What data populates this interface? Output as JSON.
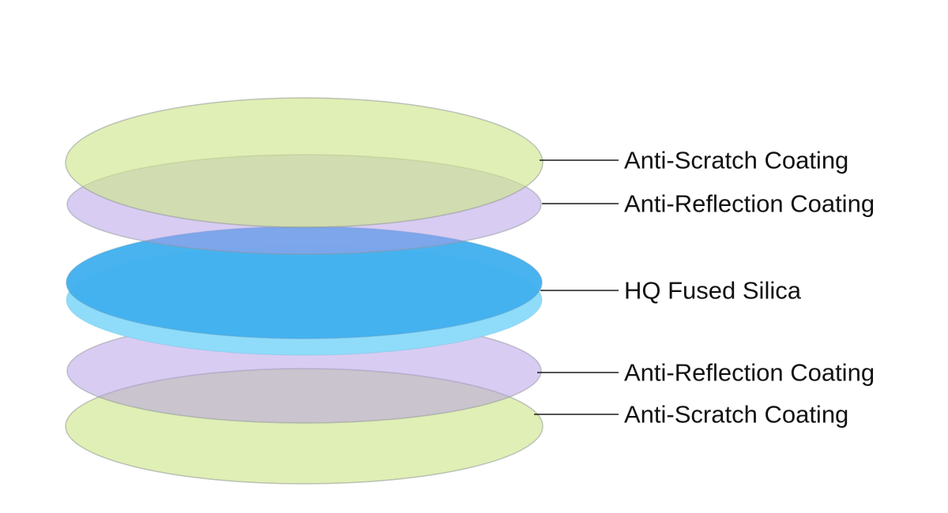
{
  "diagram": {
    "type": "layer-stack-diagram",
    "background": "#ffffff",
    "label_color": "#111111",
    "line_color": "#1a1a1a",
    "stroke_color": "#8f9597",
    "layers": [
      {
        "id": "anti-scratch-top",
        "label": "Anti-Scratch Coating",
        "color": "#cde588"
      },
      {
        "id": "anti-reflection-top",
        "label": "Anti-Reflection Coating",
        "color": "#b29ae6"
      },
      {
        "id": "hq-fused-silica",
        "label": "HQ Fused Silica",
        "color": "#42b0ef",
        "side_color": "#8edcfa"
      },
      {
        "id": "anti-reflection-bottom",
        "label": "Anti-Reflection Coating",
        "color": "#b29ae6"
      },
      {
        "id": "anti-scratch-bottom",
        "label": "Anti-Scratch Coating",
        "color": "#cde588"
      }
    ]
  }
}
